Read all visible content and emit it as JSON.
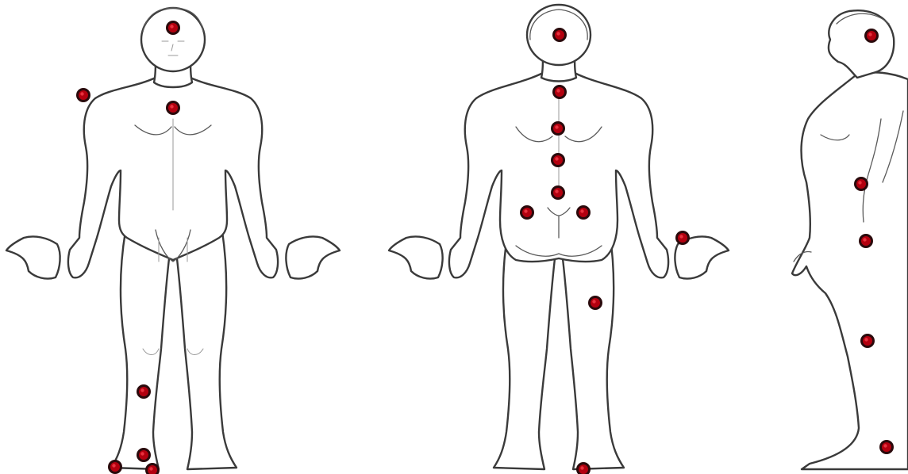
{
  "figures": [
    {
      "id": "front-view"
    },
    {
      "id": "back-view"
    },
    {
      "id": "side-view"
    }
  ],
  "marker": {
    "fill": "#b3000f",
    "ring": "#2a0a0c",
    "highlight": "#e8323f"
  },
  "outline_color": "#3a3a3a"
}
